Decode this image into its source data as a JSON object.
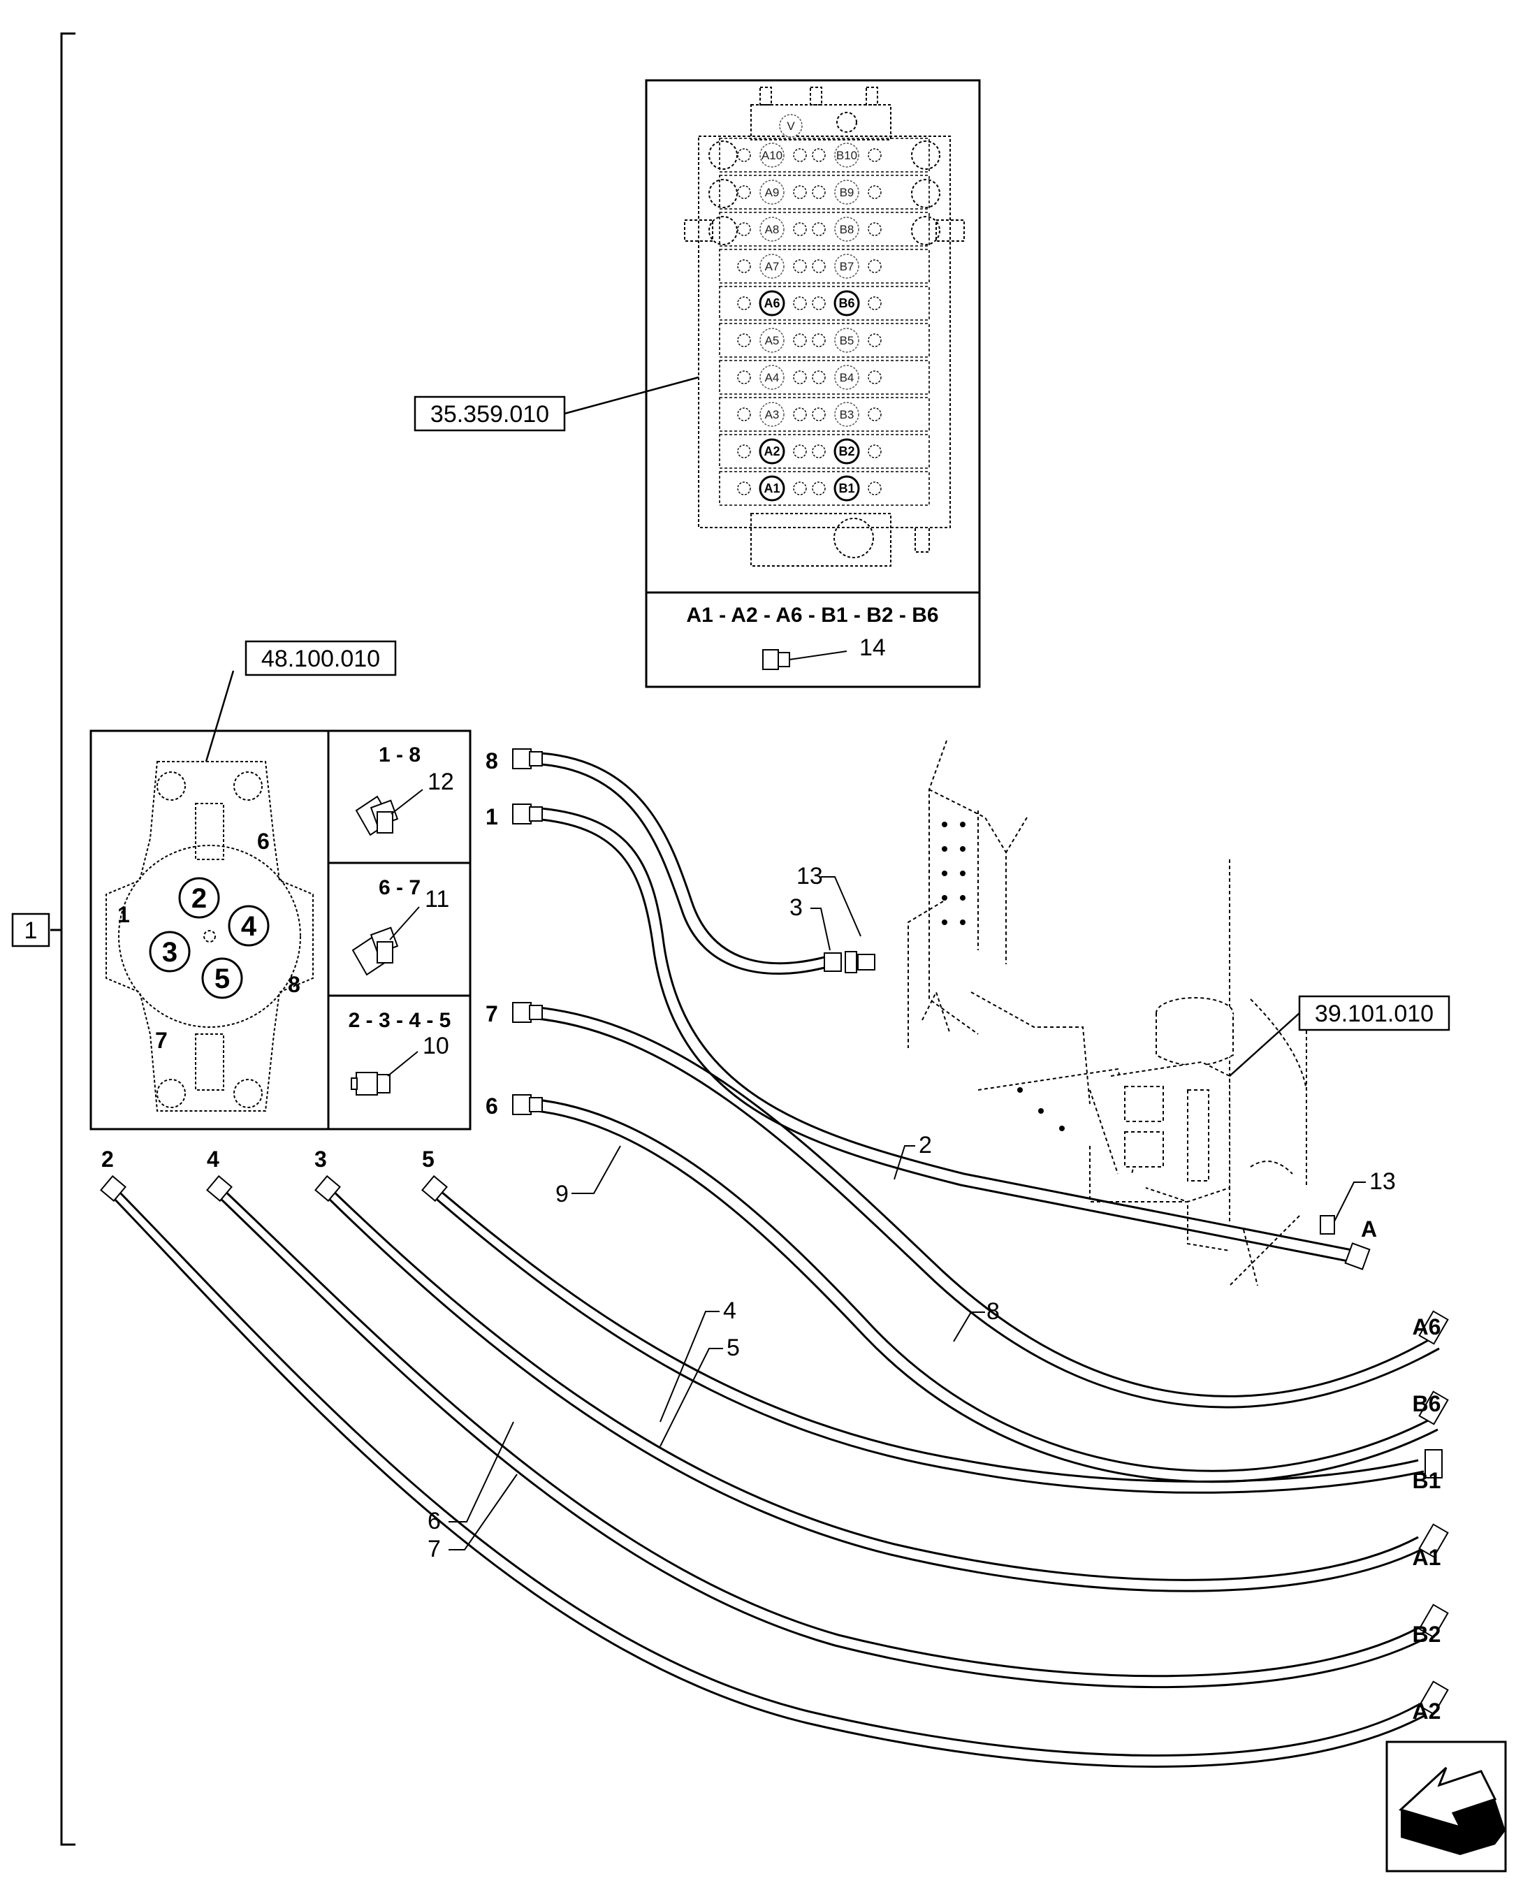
{
  "group_bracket": {
    "label": "1"
  },
  "valve_box": {
    "reference": "35.359.010",
    "ports_a": [
      "A10",
      "A9",
      "A8",
      "A7",
      "A6",
      "A5",
      "A4",
      "A3",
      "A2",
      "A1"
    ],
    "ports_b": [
      "B10",
      "B9",
      "B8",
      "B7",
      "B6",
      "B5",
      "B4",
      "B3",
      "B2",
      "B1"
    ],
    "top_port": "V",
    "caption": "A1 - A2 - A6 - B1 - B2 - B6",
    "plug_item": "14"
  },
  "swivel_box": {
    "reference": "48.100.010",
    "circle_numbers": [
      "2",
      "4",
      "3",
      "5"
    ],
    "side_numbers": [
      "6",
      "1",
      "8",
      "7"
    ],
    "fittings": [
      {
        "header": "1 - 8",
        "item": "12"
      },
      {
        "header": "6 - 7",
        "item": "11"
      },
      {
        "header": "2 - 3 - 4 - 5",
        "item": "10"
      }
    ]
  },
  "motor_reference": "39.101.010",
  "hose_end_labels": [
    "8",
    "1",
    "7",
    "6",
    "2",
    "4",
    "3",
    "5"
  ],
  "item_callouts": [
    "13",
    "3",
    "2",
    "9",
    "13",
    "8",
    "4",
    "5",
    "6",
    "7"
  ],
  "connection_label": "A",
  "outlet_labels": [
    "A6",
    "B6",
    "B1",
    "A1",
    "B2",
    "A2"
  ],
  "nav_icon": "arrow-icon"
}
